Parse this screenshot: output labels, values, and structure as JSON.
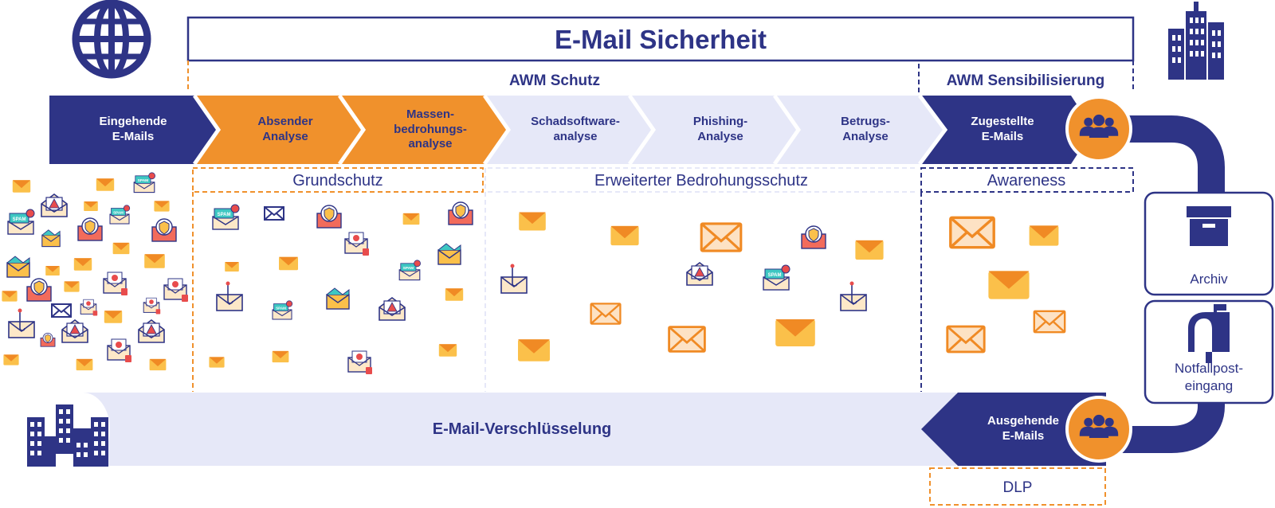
{
  "title": "E-Mail Sicherheit",
  "sections": {
    "awm_schutz": "AWM Schutz",
    "awm_sensibilisierung": "AWM Sensibilisierung"
  },
  "pipeline": [
    {
      "line1": "Eingehende",
      "line2": "E-Mails",
      "line3": ""
    },
    {
      "line1": "Absender",
      "line2": "Analyse",
      "line3": ""
    },
    {
      "line1": "Massen-",
      "line2": "bedrohungs-",
      "line3": "analyse"
    },
    {
      "line1": "Schadsoftware-",
      "line2": "analyse",
      "line3": ""
    },
    {
      "line1": "Phishing-",
      "line2": "Analyse",
      "line3": ""
    },
    {
      "line1": "Betrugs-",
      "line2": "Analyse",
      "line3": ""
    },
    {
      "line1": "Zugestellte",
      "line2": "E-Mails",
      "line3": ""
    }
  ],
  "zones": {
    "grundschutz": "Grundschutz",
    "erweitert": "Erweiterter Bedrohungsschutz",
    "awareness": "Awareness"
  },
  "side": {
    "archiv": "Archiv",
    "notfall_line1": "Notfallpost-",
    "notfall_line2": "eingang"
  },
  "bottom": {
    "encryption": "E-Mail-Verschlüsselung",
    "outgoing_line1": "Ausgehende",
    "outgoing_line2": "E-Mails",
    "dlp": "DLP"
  },
  "icons": {
    "globe": "globe-icon",
    "buildings": "city-buildings-icon",
    "users": "users-group-icon",
    "archive": "archive-box-icon",
    "mailbox": "mailbox-icon",
    "envelope": "envelope-icon",
    "spam": "SPAM"
  },
  "colors": {
    "navy": "#2e3486",
    "orange": "#f0912c",
    "lavender": "#e6e8f8",
    "envelope_orange": "#f39a2b",
    "envelope_yellow": "#fbc04a"
  }
}
